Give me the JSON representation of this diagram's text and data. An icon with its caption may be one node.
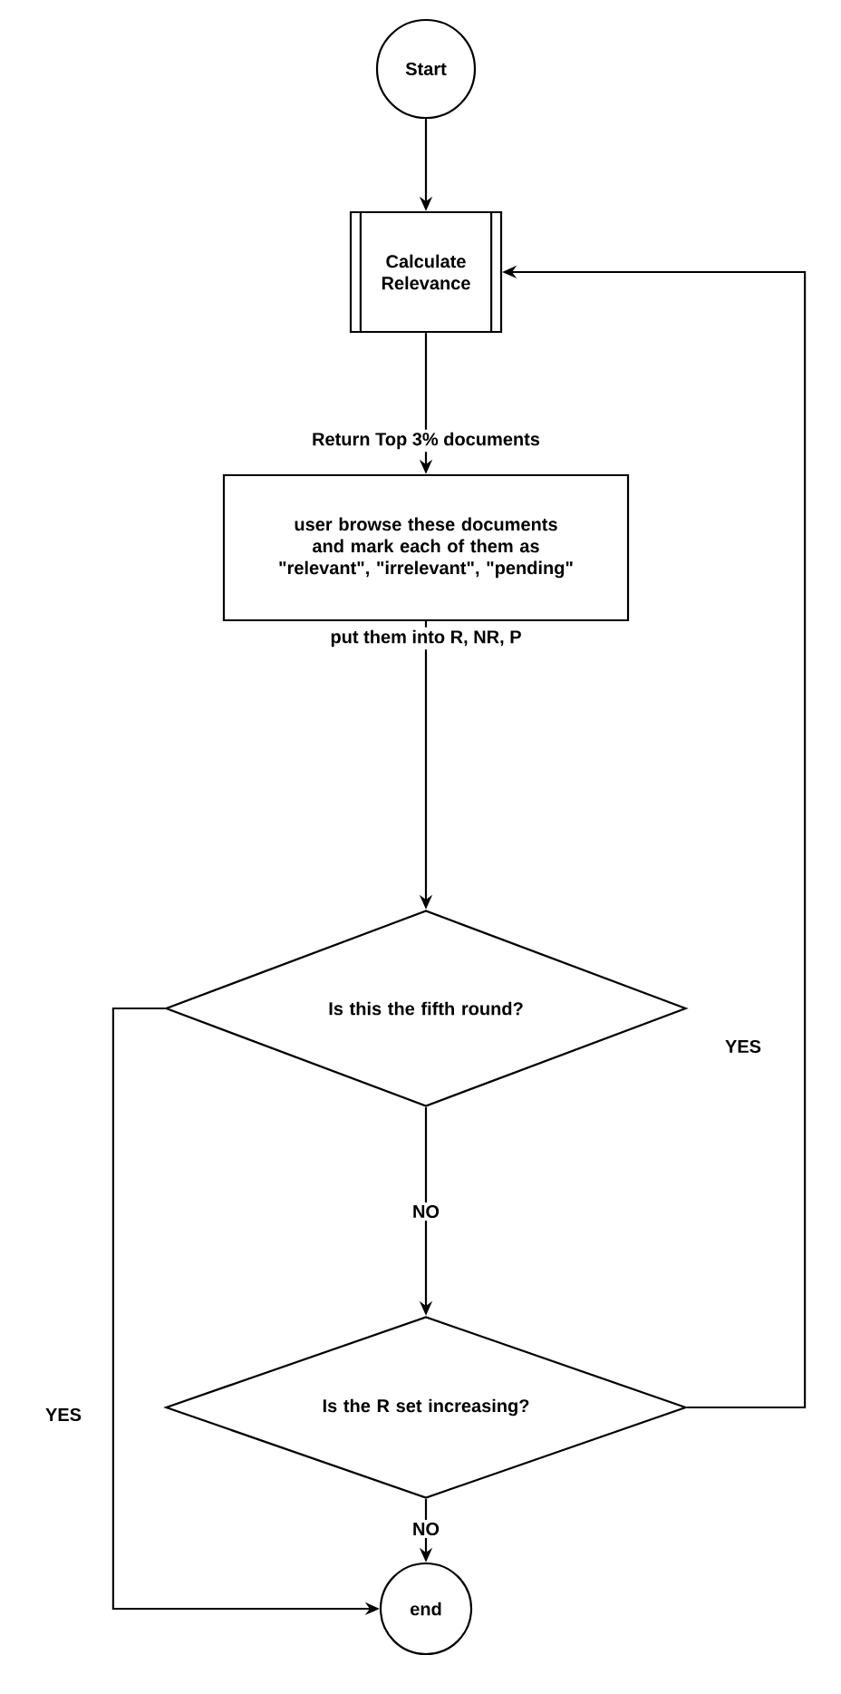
{
  "diagram": {
    "nodes": [
      {
        "text": [
          "Start"
        ]
      },
      {
        "text": [
          "Calculate Relevance"
        ]
      },
      {
        "text": [
          "user browse these documents and mark each of them as \"relevant\", \"irrelevant\", \"pending\""
        ]
      },
      {
        "text": [
          "Is this the fifth round?"
        ]
      },
      {
        "text": [
          "Is the R set increasing?"
        ]
      },
      {
        "text": [
          "end"
        ]
      }
    ],
    "edges": [
      {
        "from": 0,
        "to": 1,
        "arrow": "to"
      },
      {
        "from": 1,
        "to": 2,
        "arrow": "to",
        "label": "Return Top 3% documents"
      },
      {
        "from": 2,
        "to": 3,
        "arrow": "to",
        "label": "put them into R, NR, P"
      },
      {
        "from": 3,
        "to": 4,
        "arrow": "to",
        "label": "NO"
      },
      {
        "from": 4,
        "to": 1,
        "arrow": "to",
        "label": "YES"
      },
      {
        "from": 3,
        "to": 5,
        "arrow": "to",
        "label": "YES"
      },
      {
        "from": 4,
        "to": 5,
        "arrow": "to",
        "label": "NO"
      }
    ]
  }
}
